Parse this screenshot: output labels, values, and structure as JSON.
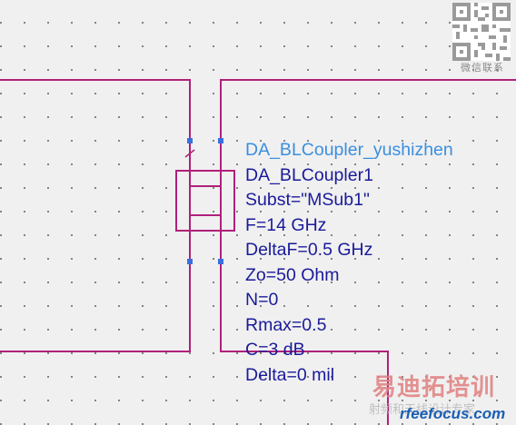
{
  "component": {
    "name": "DA_BLCoupler_yushizhen",
    "instance": "DA_BLCoupler1",
    "parameters": [
      "Subst=\"MSub1\"",
      "F=14 GHz",
      "DeltaF=0.5 GHz",
      "Zo=50 Ohm",
      "N=0",
      "Rmax=0.5",
      "C=3 dB",
      "Delta=0 mil"
    ]
  },
  "watermark": {
    "qr_caption": "微信联系",
    "title": "易迪拓培训",
    "subtitle": "射频和天线设计专家",
    "url": "rfeefocus.com"
  },
  "colors": {
    "canvas_background": "#f0f0f0",
    "wire": "#b0207a",
    "component_body": "#b0207a",
    "pin_marker": "#3a6fe0",
    "component_name_text": "#3a8fe0",
    "parameter_text": "#1a1a9a"
  }
}
